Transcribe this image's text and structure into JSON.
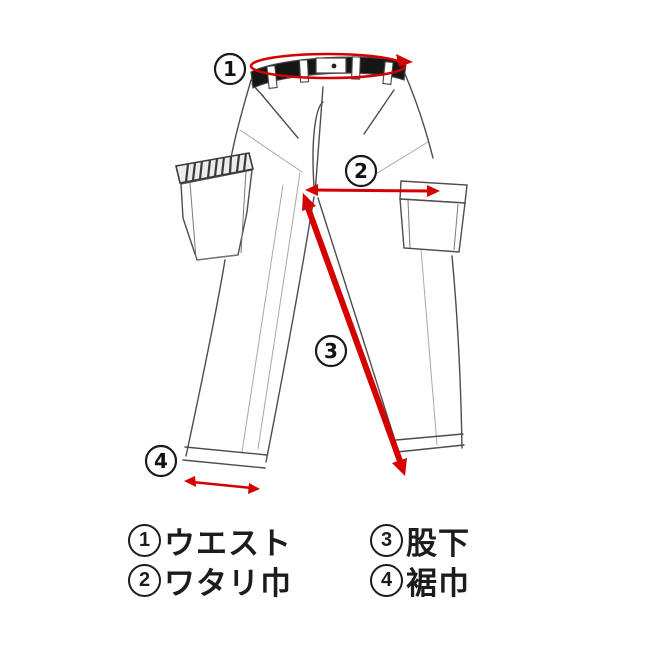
{
  "diagram": {
    "title_implicit": "pants measurement diagram",
    "accent_color": "#d40000",
    "outline_color": "#4d4d4d",
    "markers": [
      {
        "num": "1"
      },
      {
        "num": "2"
      },
      {
        "num": "3"
      },
      {
        "num": "4"
      }
    ]
  },
  "legend": {
    "items": [
      {
        "num": "1",
        "label": "ウエスト"
      },
      {
        "num": "2",
        "label": "ワタリ巾"
      },
      {
        "num": "3",
        "label": "股下"
      },
      {
        "num": "4",
        "label": "裾巾"
      }
    ]
  }
}
